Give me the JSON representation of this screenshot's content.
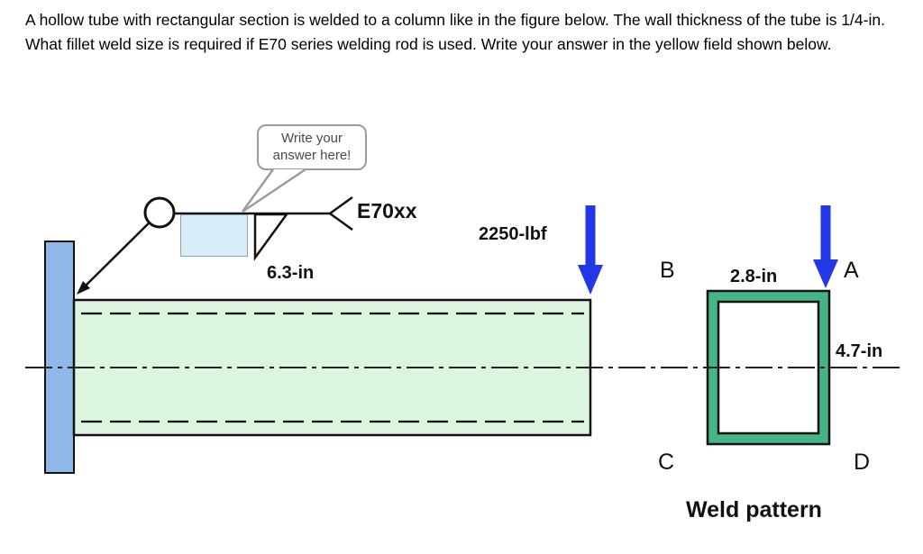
{
  "problem": {
    "text": "A hollow tube with rectangular section is welded to a column like in the figure below. The wall thickness of the tube is 1/4-in. What fillet weld size is required if E70 series welding rod is used. Write your answer in the yellow field shown below."
  },
  "callout": {
    "text": "Write your answer here!"
  },
  "weld_symbol": {
    "rod_label": "E70xx"
  },
  "answer_field": {
    "value": ""
  },
  "dimensions": {
    "tube_length": "6.3-in",
    "force": "2250-lbf",
    "section_width": "2.8-in",
    "section_height": "4.7-in"
  },
  "weld_pattern": {
    "title": "Weld pattern",
    "corners": {
      "top_left": "B",
      "top_right": "A",
      "bottom_left": "C",
      "bottom_right": "D"
    }
  },
  "colors": {
    "column_fill": "#8FB7EA",
    "tube_fill": "#DCF5DF",
    "weld_band_fill": "#45B585",
    "arrow_fill": "#2238E6",
    "answer_box_fill": "#D8ECF8"
  }
}
